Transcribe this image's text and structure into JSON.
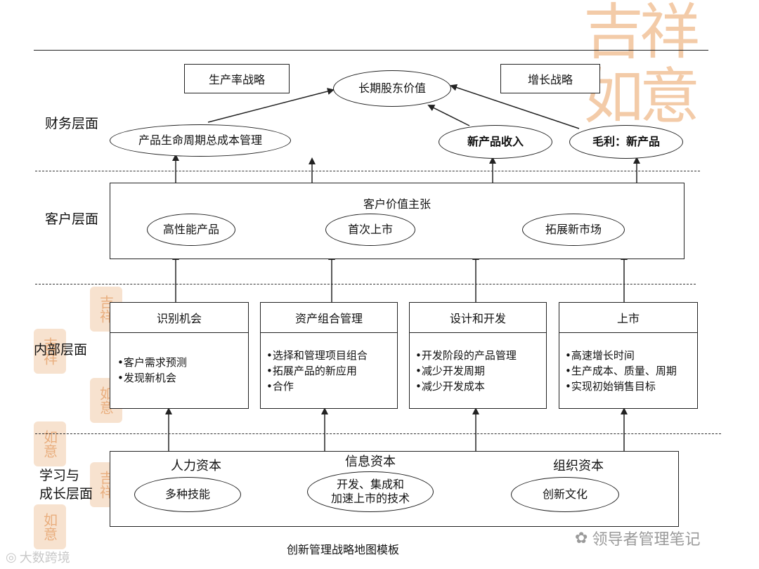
{
  "layers": {
    "financial": "财务层面",
    "customer": "客户层面",
    "internal": "内部层面",
    "learning": "学习与\n成长层面"
  },
  "financial": {
    "productivity_strategy": "生产率战略",
    "growth_strategy": "增长战略",
    "shareholder_value": "长期股东价值",
    "lifecycle_cost": "产品生命周期总成本管理",
    "new_product_revenue": "新产品收入",
    "gross_margin": "毛利：新产品"
  },
  "customer": {
    "value_proposition": "客户价值主张",
    "items": [
      "高性能产品",
      "首次上市",
      "拓展新市场"
    ]
  },
  "internal": {
    "boxes": [
      {
        "title": "识别机会",
        "items": [
          "客户需求预测",
          "发现新机会"
        ]
      },
      {
        "title": "资产组合管理",
        "items": [
          "选择和管理项目组合",
          "拓展产品的新应用",
          "合作"
        ]
      },
      {
        "title": "设计和开发",
        "items": [
          "开发阶段的产品管理",
          "减少开发周期",
          "减少开发成本"
        ]
      },
      {
        "title": "上市",
        "items": [
          "高速增长时间",
          "生产成本、质量、周期",
          "实现初始销售目标"
        ]
      }
    ]
  },
  "learning": {
    "human_capital": "人力资本",
    "information_capital": "信息资本",
    "organization_capital": "组织资本",
    "skills": "多种技能",
    "tech": "开发、集成和\n加速上市的技术",
    "culture": "创新文化"
  },
  "caption": "创新管理战略地图模板",
  "watermark": {
    "brand": "领导者管理笔记",
    "source": "大数跨境",
    "seal": "吉祥如意"
  },
  "colors": {
    "stroke": "#222222",
    "watermark": "#f2c29a"
  }
}
